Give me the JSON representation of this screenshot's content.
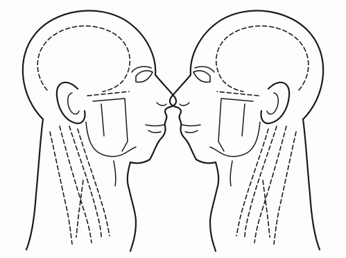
{
  "figure": {
    "subject": "two-heads-facing",
    "heads": [
      {
        "id": "left",
        "facing": "right"
      },
      {
        "id": "right",
        "facing": "left"
      }
    ],
    "line_color": "#1a1a1a",
    "background_color": "#fdfdfb"
  }
}
